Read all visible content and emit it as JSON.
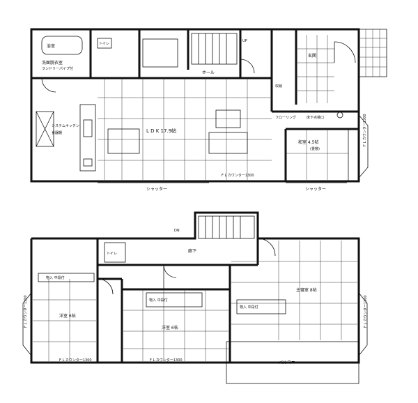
{
  "floor1": {
    "bath": "浴室",
    "toilet": "トイレ",
    "washroom": "洗面脱衣室",
    "washroom_note": "ランドリーパイプ付",
    "ldk": "L D K 17.9帖",
    "system_kitchen": "システムキッチン",
    "kitchen_note": "食器棚",
    "japanese_room": "和室 4.5帖",
    "japanese_room_sub": "(畳敷)",
    "hall": "ホール",
    "entrance": "玄関",
    "storage": "収納",
    "floor_vent": "床下点検口",
    "flooring": "フローリング",
    "fl_note_bottom": "F L カウンター1300",
    "fl_note_right": "F L カウンター1300",
    "shutter_left": "シャッター",
    "shutter_right": "シャッター",
    "up_label": "UP"
  },
  "floor2": {
    "hall": "廊下",
    "western_room_left": "洋室 6帖",
    "western_room_mid": "洋室 6帖",
    "master_bedroom": "主寝室 8帖",
    "storage_left": "物入 中段付",
    "storage_mid": "物入 中段付",
    "storage_right": "物入 中段付",
    "balcony": "バルコニー",
    "fl_note_left_bottom": "F L カウンター1300",
    "fl_note_mid_bottom": "F L カウンター1300",
    "fl_note_left_side": "F L カウンター1300",
    "fl_note_right_side": "F L カウンター1300",
    "toilet": "トイレ",
    "down_label": "DN"
  }
}
